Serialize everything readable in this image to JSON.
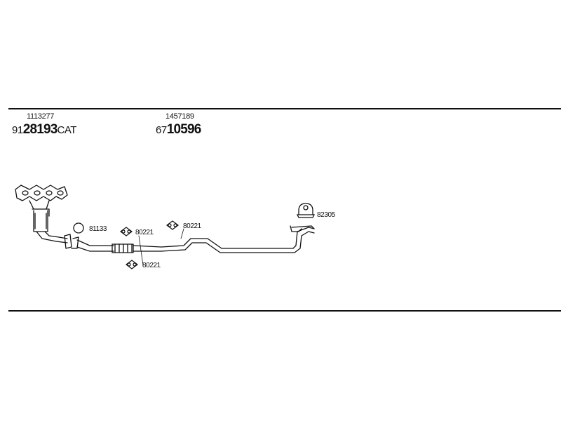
{
  "header_parts": [
    {
      "ref": "1113277",
      "prefix": "91",
      "number": "28193",
      "suffix": "CAT"
    },
    {
      "ref": "1457189",
      "prefix": "67",
      "number": "10596",
      "suffix": ""
    }
  ],
  "callouts": {
    "ring": "81133",
    "gasket_1": "80221",
    "gasket_2": "80221",
    "gasket_3": "80221",
    "clamp": "82305"
  }
}
